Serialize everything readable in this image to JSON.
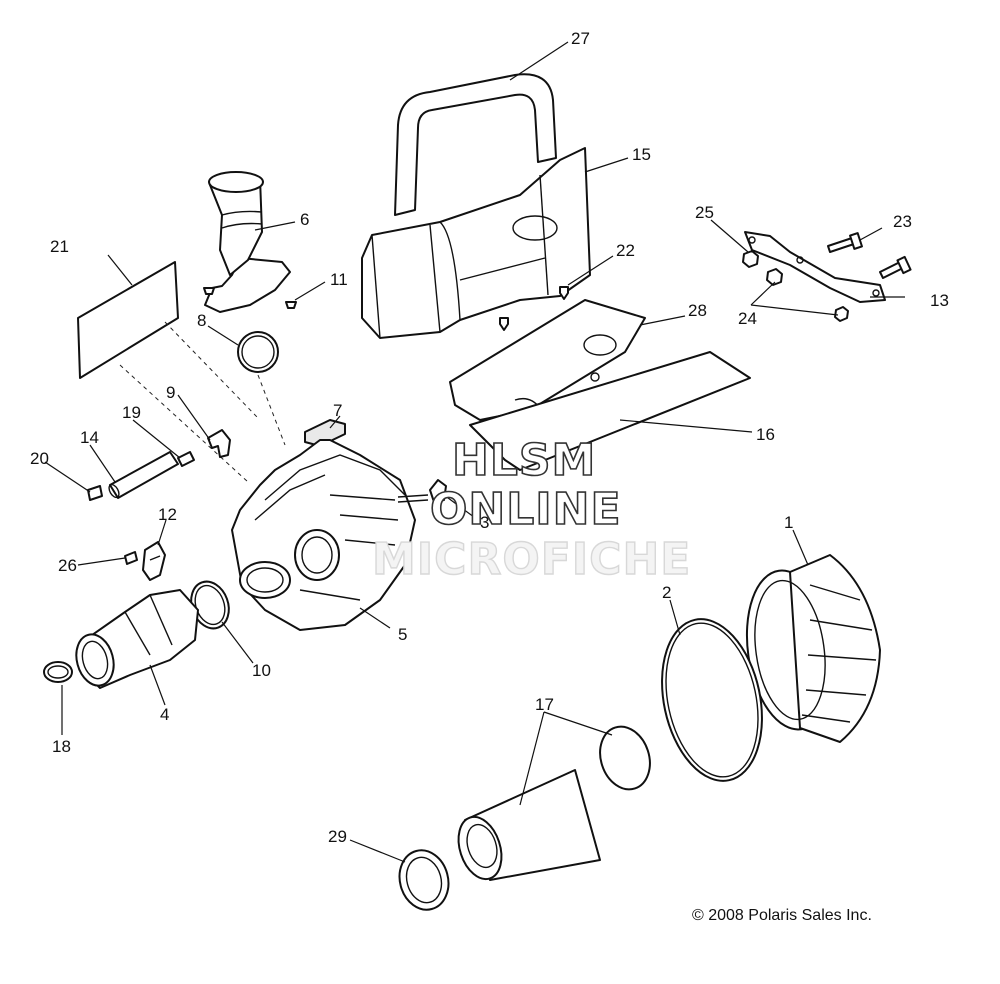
{
  "watermark": {
    "line1": "HLSM",
    "line2": "ONLINE",
    "line3": "MICROFICHE"
  },
  "copyright": "© 2008 Polaris Sales Inc.",
  "callouts": {
    "c1": "1",
    "c2": "2",
    "c3": "3",
    "c4": "4",
    "c5": "5",
    "c6": "6",
    "c7": "7",
    "c8": "8",
    "c9": "9",
    "c10": "10",
    "c11": "11",
    "c12": "12",
    "c13": "13",
    "c14": "14",
    "c15": "15",
    "c16": "16",
    "c17": "17",
    "c18": "18",
    "c19": "19",
    "c20": "20",
    "c21": "21",
    "c22": "22",
    "c23": "23",
    "c24": "24",
    "c25": "25",
    "c26": "26",
    "c27": "27",
    "c28": "28",
    "c29": "29"
  }
}
